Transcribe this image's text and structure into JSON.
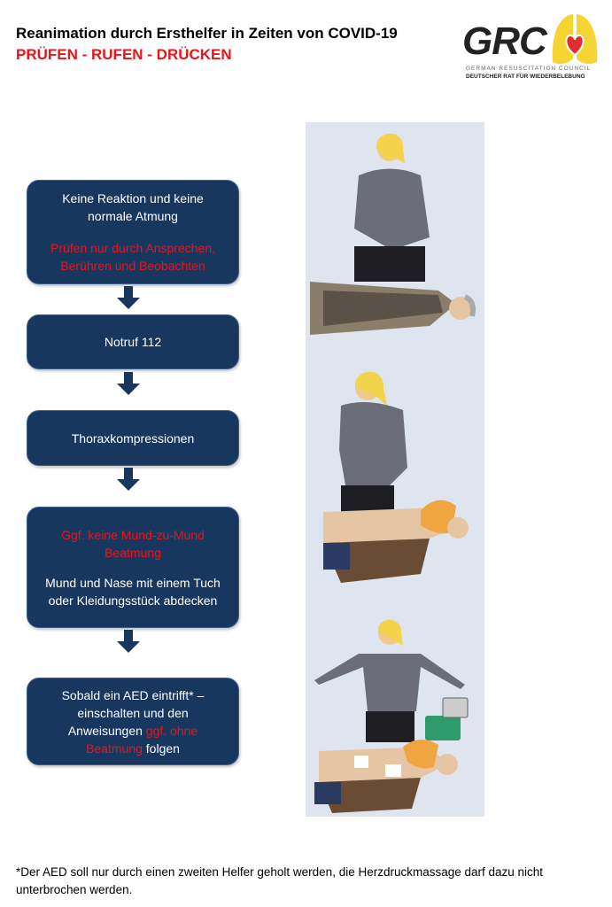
{
  "header": {
    "title": "Reanimation durch Ersthelfer in Zeiten von COVID-19",
    "subtitle": "PRÜFEN - RUFEN - DRÜCKEN"
  },
  "logo": {
    "text": "GRC",
    "line1": "GERMAN RESUSCITATION COUNCIL",
    "line2": "DEUTSCHER RAT FÜR WIEDERBELEBUNG"
  },
  "steps": [
    {
      "text": "Keine Reaktion und keine normale Atmung",
      "note": "Prüfen nur durch Ansprechen, Berühren und Beobachten"
    },
    {
      "text": "Notruf 112"
    },
    {
      "text": "Thoraxkompressionen"
    },
    {
      "note": "Ggf. keine Mund-zu-Mund Beatmung",
      "text": "Mund und Nase mit einem Tuch oder Kleidungsstück abdecken"
    },
    {
      "text_a": "Sobald ein AED eintrifft* – einschalten und den Anweisungen",
      "note": "ggf. ohne Beatmung",
      "text_b": "folgen"
    }
  ],
  "footnote": "*Der AED soll nur durch einen zweiten Helfer geholt werden, die Herzdruckmassage darf dazu nicht unterbrochen werden.",
  "colors": {
    "box": "#17375e",
    "accent": "#e8141b",
    "panel": "#dfe5ef"
  }
}
